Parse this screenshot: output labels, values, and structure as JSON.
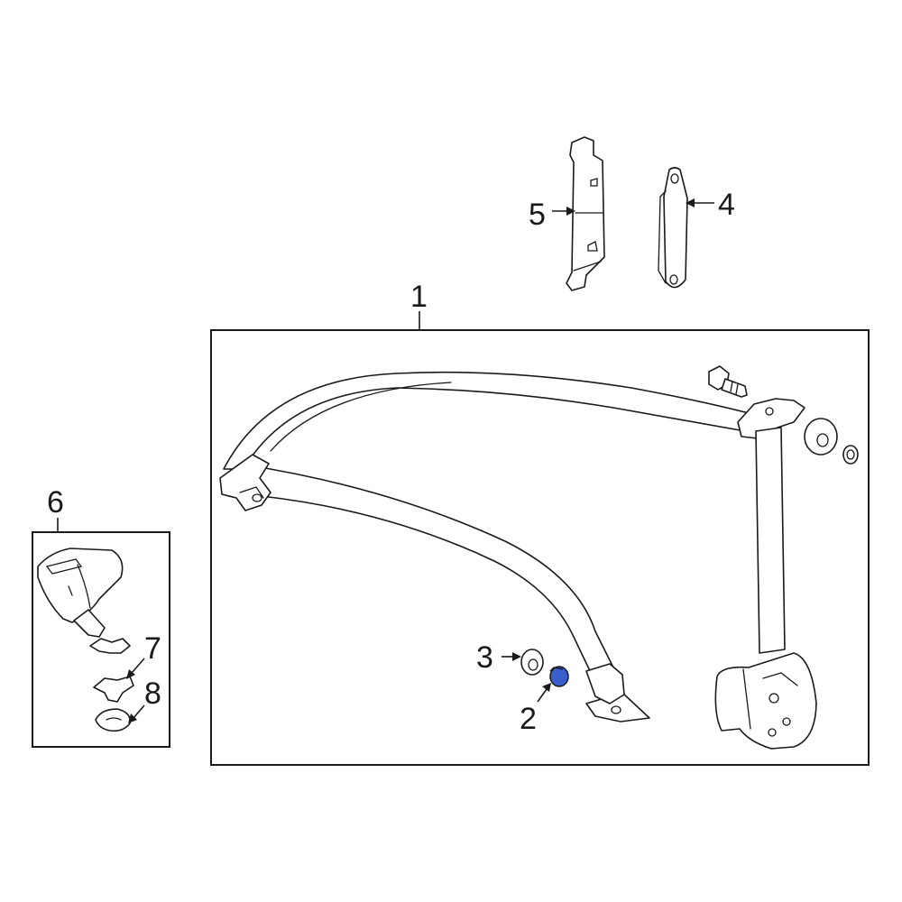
{
  "diagram": {
    "callouts": {
      "c1": "1",
      "c2": "2",
      "c3": "3",
      "c4": "4",
      "c5": "5",
      "c6": "6",
      "c7": "7",
      "c8": "8"
    },
    "highlight_color": "#3a5fcd",
    "line_color": "#1a1a1a",
    "background_color": "#ffffff"
  }
}
